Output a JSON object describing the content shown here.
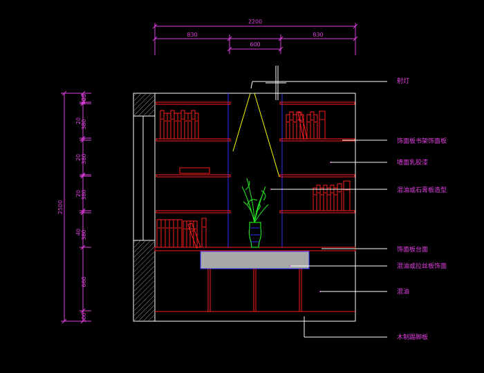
{
  "colors": {
    "background": "#000000",
    "dimension": "#e040e0",
    "outline": "#ffffff",
    "shelf": "#ff2020",
    "accent_line": "#3030ff",
    "lamp_beam": "#ffff00",
    "plant": "#20e020",
    "panel_fill": "#a8a8a8"
  },
  "dimensions": {
    "top_total": "2200",
    "top_left": "830",
    "top_middle": "600",
    "top_right": "830",
    "left_total": "2500",
    "left_segments": [
      "25",
      "400",
      "20",
      "380",
      "20",
      "380",
      "20",
      "380",
      "40",
      "380",
      "660",
      "100"
    ]
  },
  "labels": [
    "射灯",
    "饰面板书架饰面板",
    "墙面乳胶漆",
    "混油或石膏板造型",
    "饰面板台面",
    "混油或拉丝板饰面",
    "混油",
    "木制踢脚板"
  ]
}
